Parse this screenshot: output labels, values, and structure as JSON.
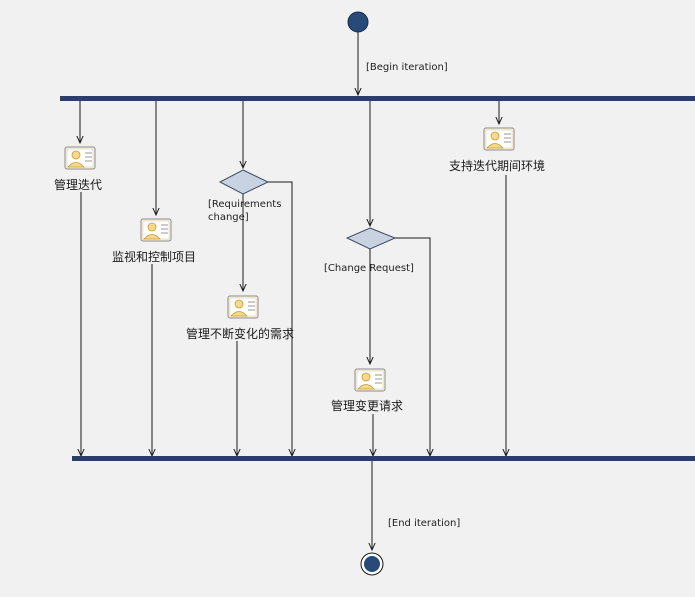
{
  "guards": {
    "begin": "[Begin iteration]",
    "requirements_line1": "[Requirements",
    "requirements_line2": "change]",
    "change_request": "[Change Request]",
    "end": "[End iteration]"
  },
  "activities": {
    "manage_iteration": "管理迭代",
    "monitor_control": "监视和控制项目",
    "manage_requirements": "管理不断变化的需求",
    "manage_change_requests": "管理变更请求",
    "support_environment": "支持迭代期间环境"
  },
  "colors": {
    "background": "#f1f1f1",
    "bar": "#2b3f66",
    "node_fill": "#274a78",
    "decision_fill": "#c9d2e0",
    "icon_fill": "#f6d98a",
    "line": "#1a1a1a"
  },
  "icons": {
    "activity": "activity-icon"
  }
}
